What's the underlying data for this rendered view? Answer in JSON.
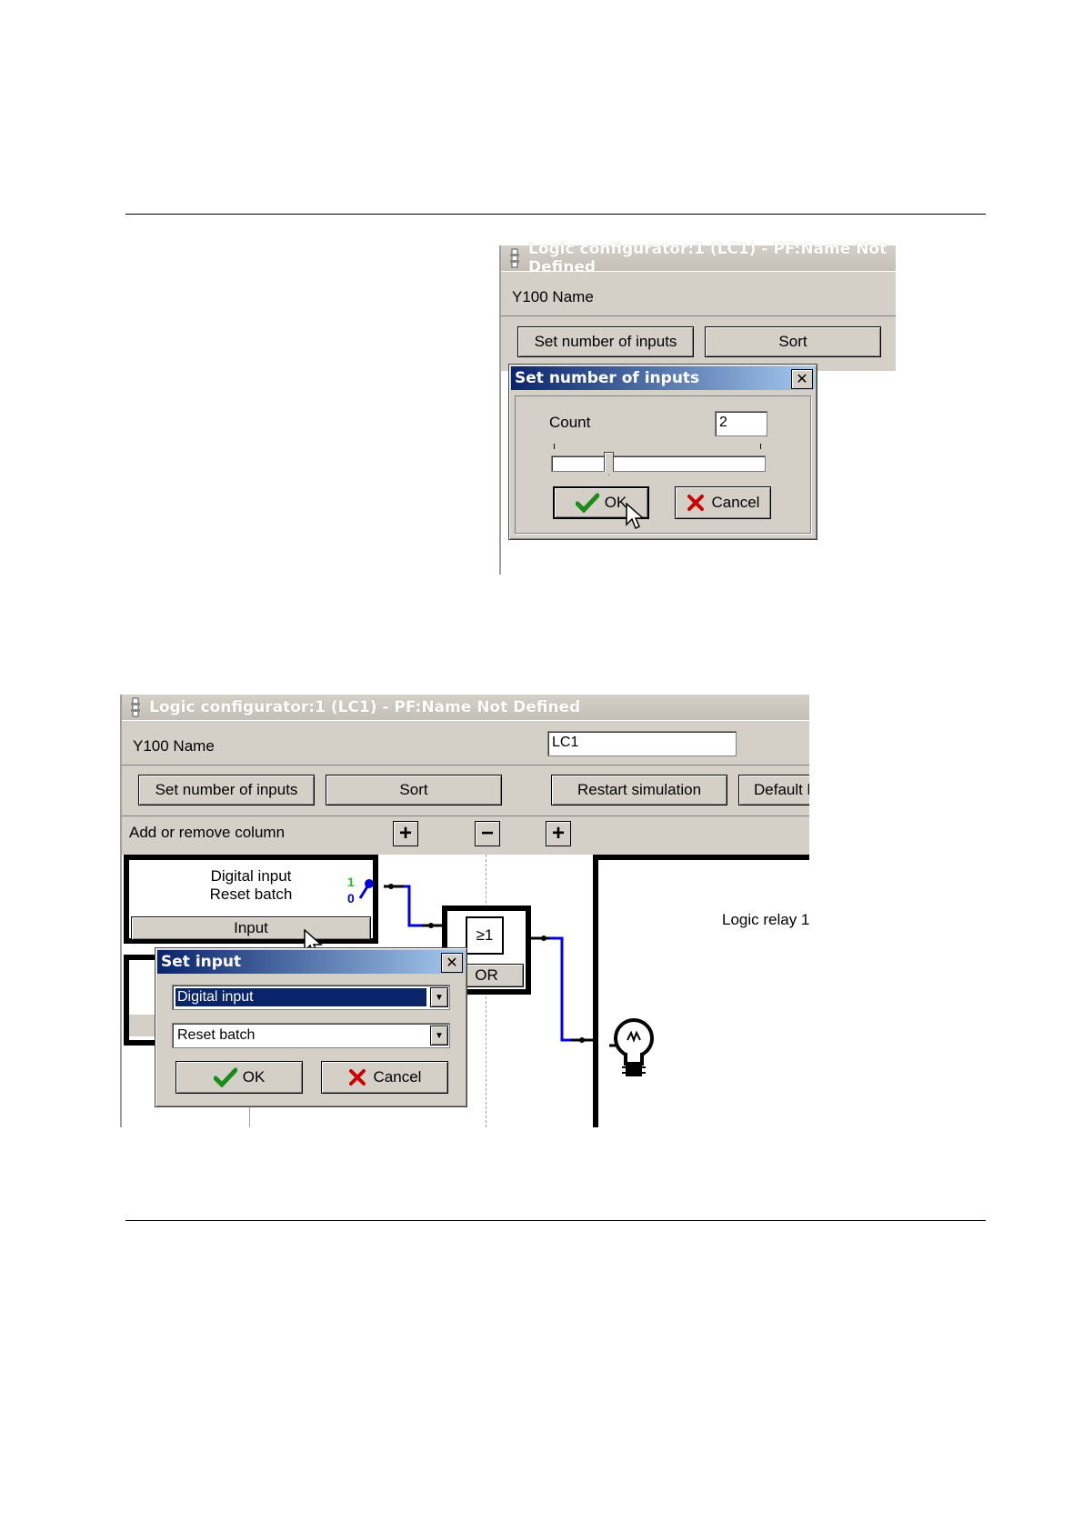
{
  "top_dialog": {
    "window_title": "Logic configurator:1 (LC1) - PF:Name Not Defined",
    "name_label": "Y100 Name",
    "btn_set_inputs": "Set number of inputs",
    "btn_sort": "Sort",
    "set_inputs_dialog": {
      "title": "Set number of inputs",
      "close": "✕",
      "count_label": "Count",
      "count_value": "2",
      "slider_value": 2,
      "ok": "OK",
      "cancel": "Cancel"
    }
  },
  "bottom_dialog": {
    "window_title": "Logic configurator:1 (LC1) - PF:Name Not Defined",
    "name_label": "Y100 Name",
    "name_value": "LC1",
    "btn_set_inputs": "Set number of inputs",
    "btn_sort": "Sort",
    "btn_restart": "Restart simulation",
    "btn_default": "Default l",
    "add_remove_label": "Add or remove column",
    "plus": "+",
    "minus": "−",
    "input_block": {
      "line1": "Digital input",
      "line2": "Reset batch",
      "button": "Input",
      "state_high": "1",
      "state_low": "0"
    },
    "or_gate": {
      "symbol": "≥1",
      "button": "OR"
    },
    "relay_label": "Logic relay 1",
    "set_input_dialog": {
      "title": "Set input",
      "close": "✕",
      "select1": "Digital input",
      "select2": "Reset batch",
      "ok": "OK",
      "cancel": "Cancel"
    }
  },
  "colors": {
    "wire": "#0000e0",
    "title_active": "#0a246a",
    "ok_check": "#1a8c1a",
    "cancel_x": "#cc0000"
  }
}
